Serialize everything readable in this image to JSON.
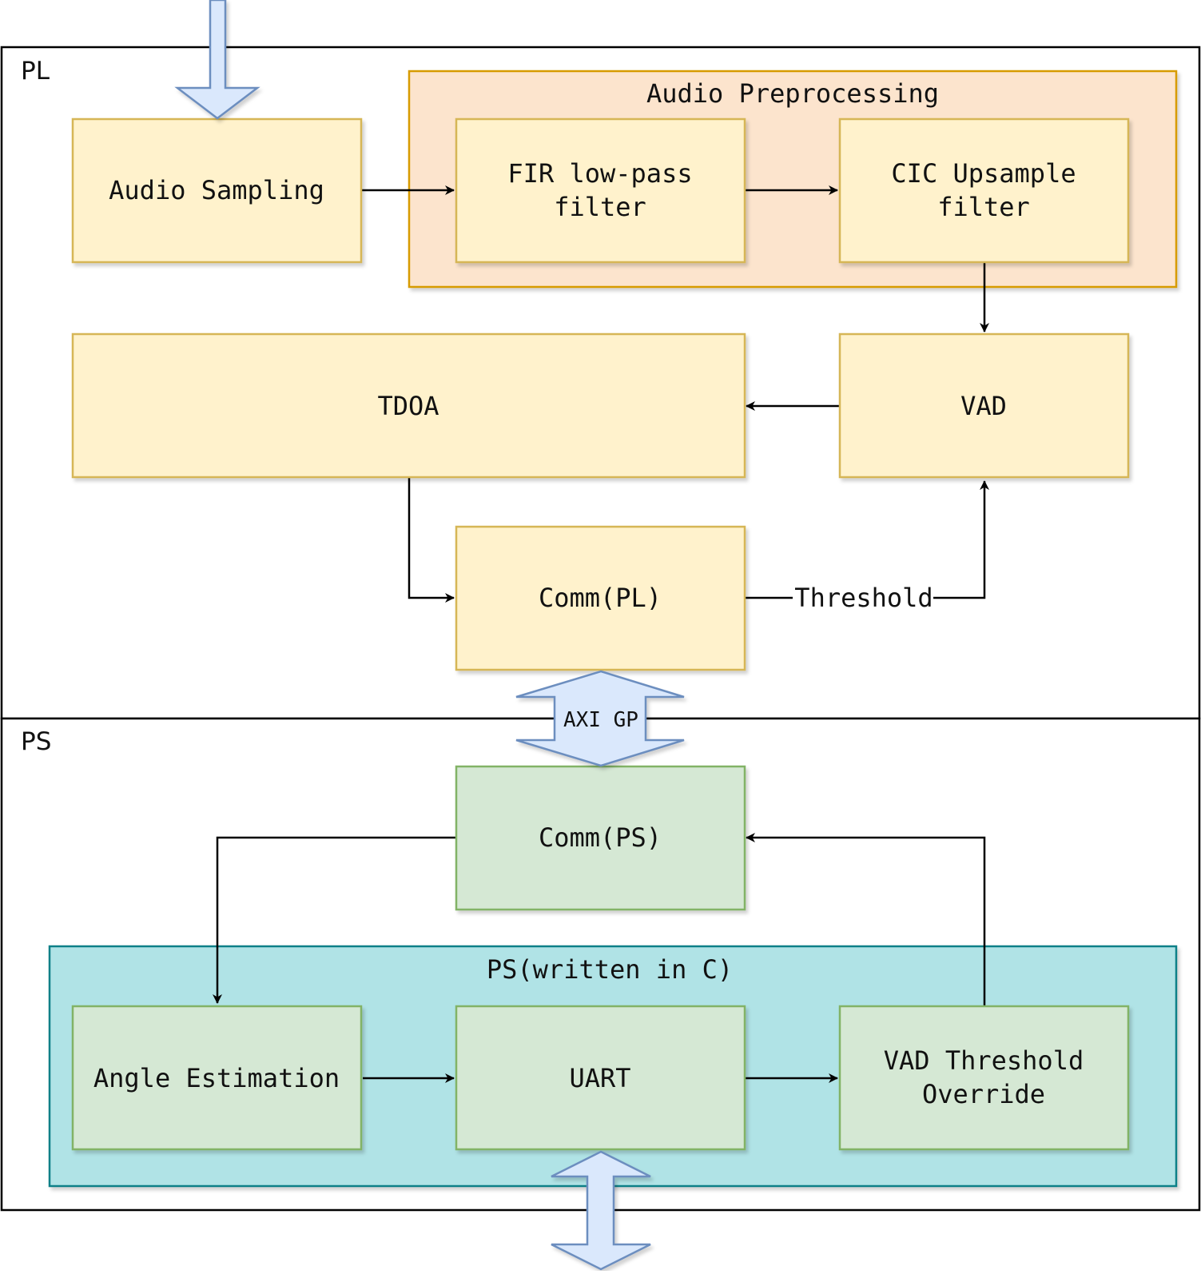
{
  "colors": {
    "yellow_fill": "#fff2cc",
    "yellow_stroke": "#d6b656",
    "orange_fill": "#fce4cd",
    "orange_stroke": "#d79b00",
    "green_fill": "#d5e8d4",
    "green_stroke": "#82b366",
    "teal_fill": "#b0e3e6",
    "teal_stroke": "#0e8088",
    "arrow_fill": "#dae8fc",
    "arrow_stroke": "#6c8ebf",
    "line": "#000000"
  },
  "regions": {
    "pl": {
      "label": "PL"
    },
    "ps": {
      "label": "PS"
    }
  },
  "groups": {
    "preprocessing": {
      "label": "Audio Preprocessing"
    },
    "ps_c": {
      "label": "PS(written in C)"
    }
  },
  "nodes": {
    "audio_sampling": {
      "label": "Audio Sampling"
    },
    "fir": {
      "line1": "FIR low-pass",
      "line2": "filter"
    },
    "cic": {
      "line1": "CIC Upsample",
      "line2": "filter"
    },
    "tdoa": {
      "label": "TDOA"
    },
    "vad": {
      "label": "VAD"
    },
    "comm_pl": {
      "label": "Comm(PL)"
    },
    "comm_ps": {
      "label": "Comm(PS)"
    },
    "angle": {
      "label": "Angle Estimation"
    },
    "uart": {
      "label": "UART"
    },
    "vad_override": {
      "line1": "VAD Threshold",
      "line2": "Override"
    }
  },
  "edges": {
    "threshold": {
      "label": "Threshold"
    }
  },
  "bus": {
    "axi": {
      "label": "AXI GP"
    }
  }
}
